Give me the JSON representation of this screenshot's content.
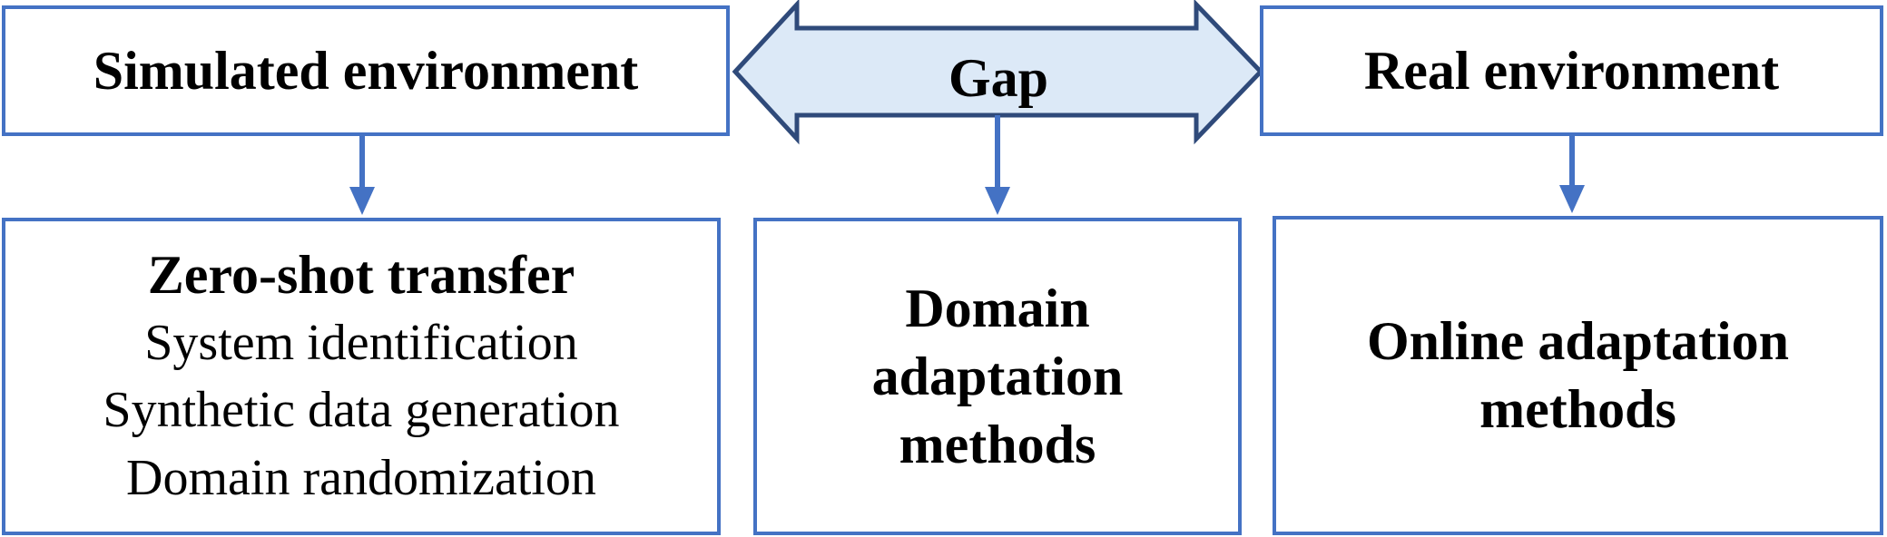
{
  "top": {
    "simulated": "Simulated environment",
    "gap": "Gap",
    "real": "Real environment"
  },
  "bottom": {
    "left": {
      "heading": "Zero-shot transfer",
      "items": [
        "System identification",
        "Synthetic data generation",
        "Domain randomization"
      ]
    },
    "middle": {
      "lines": [
        "Domain",
        "adaptation",
        "methods"
      ]
    },
    "right": {
      "lines": [
        "Online adaptation",
        "methods"
      ]
    }
  },
  "colors": {
    "border": "#4472c4",
    "gap_fill": "#dce9f7",
    "gap_stroke": "#2f4a7a"
  }
}
